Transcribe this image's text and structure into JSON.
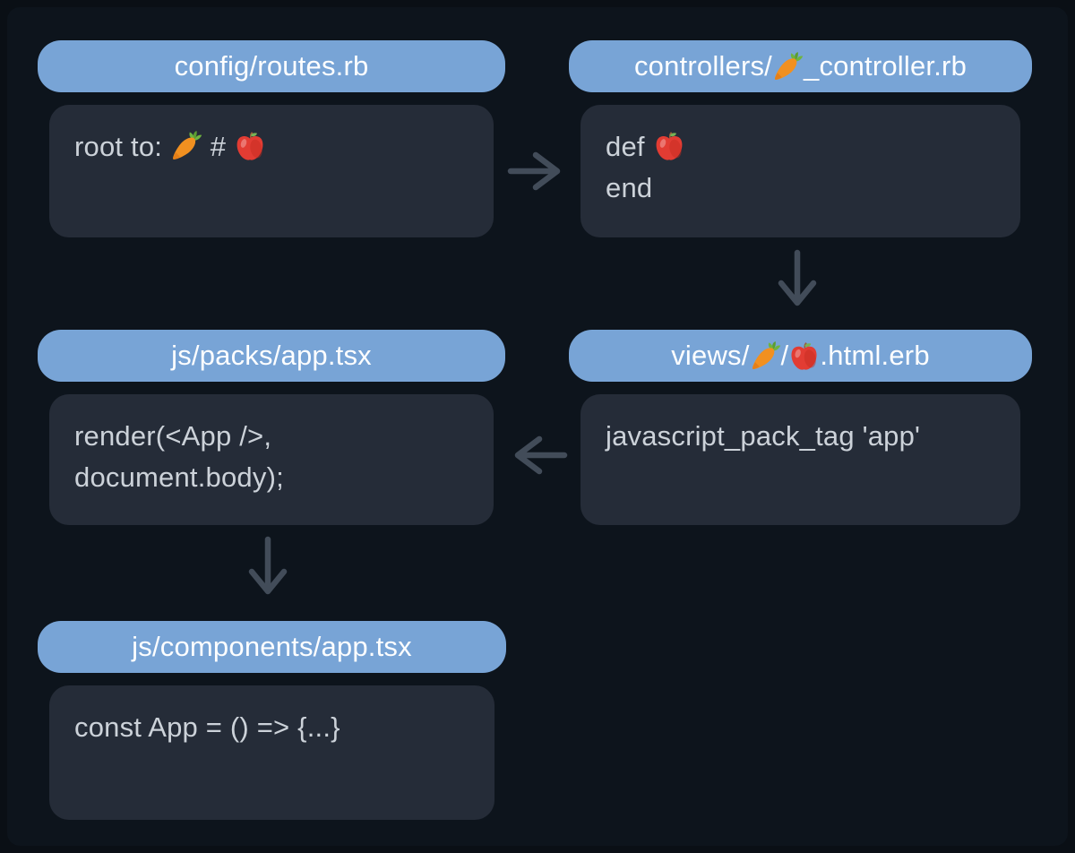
{
  "palette": {
    "background_outer": "#0a0f15",
    "background_panel": "#0d141c",
    "header_bg": "#78a4d6",
    "header_text": "#fdfeff",
    "card_bg": "#252c38",
    "card_text": "#ccd2d9",
    "arrow": "#424c59",
    "carrot_orange": "#f19020",
    "apple_red": "#e23c33",
    "leaf_green": "#6fb43f"
  },
  "icons": {
    "carrot": "carrot-icon",
    "apple": "apple-icon"
  },
  "boxes": [
    {
      "id": "routes",
      "title": [
        {
          "t": "config/routes.rb"
        }
      ],
      "body": [
        [
          {
            "t": "root to: "
          },
          {
            "i": "carrot"
          },
          {
            "t": " # "
          },
          {
            "i": "apple"
          }
        ]
      ]
    },
    {
      "id": "controller",
      "title": [
        {
          "t": "controllers/"
        },
        {
          "i": "carrot"
        },
        {
          "t": "_controller.rb"
        }
      ],
      "body": [
        [
          {
            "t": "def "
          },
          {
            "i": "apple"
          }
        ],
        [
          {
            "t": "end"
          }
        ]
      ]
    },
    {
      "id": "pack",
      "title": [
        {
          "t": "js/packs/app.tsx"
        }
      ],
      "body": [
        [
          {
            "t": "render(<App />,"
          }
        ],
        [
          {
            "t": "document.body);"
          }
        ]
      ]
    },
    {
      "id": "view",
      "title": [
        {
          "t": "views/"
        },
        {
          "i": "carrot"
        },
        {
          "t": "/"
        },
        {
          "i": "apple"
        },
        {
          "t": ".html.erb"
        }
      ],
      "body": [
        [
          {
            "t": "javascript_pack_tag 'app'"
          }
        ]
      ]
    },
    {
      "id": "component",
      "title": [
        {
          "t": "js/components/app.tsx"
        }
      ],
      "body": [
        [
          {
            "t": "const App = () => {...}"
          }
        ]
      ]
    }
  ],
  "arrows": [
    {
      "from": "routes",
      "to": "controller",
      "direction": "right"
    },
    {
      "from": "controller",
      "to": "view",
      "direction": "down"
    },
    {
      "from": "view",
      "to": "pack",
      "direction": "left"
    },
    {
      "from": "pack",
      "to": "component",
      "direction": "down"
    }
  ]
}
